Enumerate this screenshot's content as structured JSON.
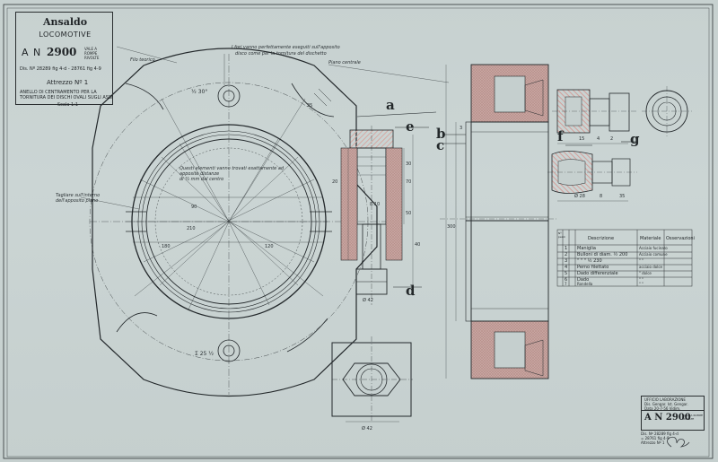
{
  "title_block": {
    "company": "Ansaldo",
    "product": "LOCOMOTIVE",
    "an_label": "A N",
    "number": "2900",
    "number_suffix": "VALE A ROMPE RIVOLTE",
    "refs": "Dis. Nº 28289 fig 4-d - 28761 fig 4-9",
    "attrezzo": "Attrezzo Nº 1",
    "description": "ANELLO DI CENTRAMENTO PER LA TORNITURA DEI DISCHI OVALI SUGLI ASSI",
    "scale": "Scala 1:1"
  },
  "section_letters": {
    "a": "a",
    "b": "b",
    "c": "c",
    "d": "d",
    "e": "e",
    "f": "f",
    "g": "g"
  },
  "notes": {
    "top_center": "I fori vanno perfettamente eseguiti sull'apposito",
    "top_center_2": "disco come per la tornitura del dischetto",
    "top_left": "Filo teorico",
    "top_right": "Piano centrale",
    "center": "Questi elementi vanno trovati esattamente ad",
    "center_2": "apposite distanze",
    "center_3": "di ½ mm dal centro",
    "left": "Tagliare sull'interno",
    "left_2": "dell'apposito piano",
    "angle_top": "½ 30°",
    "angle_bottom": "Σ 25 ½"
  },
  "dimensions": {
    "d1": "210",
    "d2": "180",
    "d3": "120",
    "d4": "90",
    "d5": "8.10",
    "d6": "Ø 42",
    "d7": "70",
    "d8": "50",
    "d9": "30",
    "d10": "40",
    "d11": "20",
    "d12": "25",
    "d13": "3",
    "d14": "300",
    "d15": "Ø 42",
    "d16": "15",
    "d17": "2",
    "d18": "4",
    "d19": "Ø 28",
    "d20": "8",
    "d21": "35"
  },
  "parts_table": {
    "headers": [
      "Nº pezzi",
      "Descrizione",
      "Materiale",
      "Osservazioni"
    ],
    "rows": [
      [
        "1",
        "Maniglia",
        "Acciaio fucinato",
        ""
      ],
      [
        "2",
        "Bulloni di diam. ½ 200",
        "Acciaio comune",
        ""
      ],
      [
        "3",
        "\"  \"  \"  ½ 230",
        "\"  \"",
        ""
      ],
      [
        "4",
        "Perno filettato",
        "acciaio dolce",
        ""
      ],
      [
        "5",
        "Dado differenziale",
        "\"  dolce",
        ""
      ],
      [
        "6",
        "Dado",
        "\"  \"",
        ""
      ],
      [
        "7",
        "Rondella",
        "\"  \"",
        ""
      ]
    ]
  },
  "stamp": {
    "office": "UFFICIO LABORAZIONE",
    "line1": "Dis. Gengar.  Ist. Gengar.",
    "line2": "Data 20-7-56 Vidim.",
    "an": "A N 2900",
    "suffix": "VALE A ROMPE RIVOLTE",
    "bottom1": "Dis. Nº 28289 fig 4-d",
    "bottom2": "=  28761 fig 4-9",
    "bottom3": "Attrezzo Nº 1"
  }
}
